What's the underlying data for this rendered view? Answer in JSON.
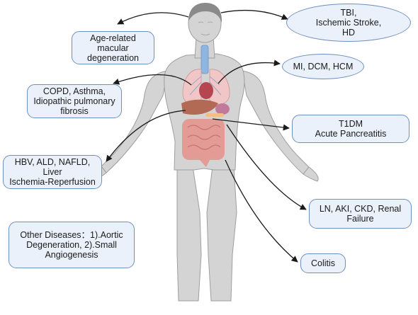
{
  "labels": {
    "tbi": "TBI,\nIschemic Stroke,\nHD",
    "amd": "Age-related\nmacular\ndegeneration",
    "mi": "MI, DCM, HCM",
    "copd": "COPD, Asthma,\nIdiopathic pulmonary\nfibrosis",
    "t1dm": "T1DM\nAcute Pancreatitis",
    "hbv": "HBV, ALD, NAFLD,\nLiver\nIschemia-Reperfusion",
    "ln": "LN, AKI, CKD, Renal\nFailure",
    "other": "Other Diseases：1).Aortic\nDegeneration, 2).Small\nAngiogenesis",
    "colitis": "Colitis"
  },
  "colors": {
    "body": "#d4d4d4",
    "outline": "#9e9e9e",
    "hair": "#8a8a8a",
    "lung": "#f1c6c6",
    "heart": "#b5454f",
    "liver": "#b36a54",
    "intestine": "#e39b96",
    "trachea": "#8fb6e0",
    "box_fill": "#eaf1fb",
    "box_border": "#6e8fbf",
    "arrow": "#1a1a1a"
  }
}
